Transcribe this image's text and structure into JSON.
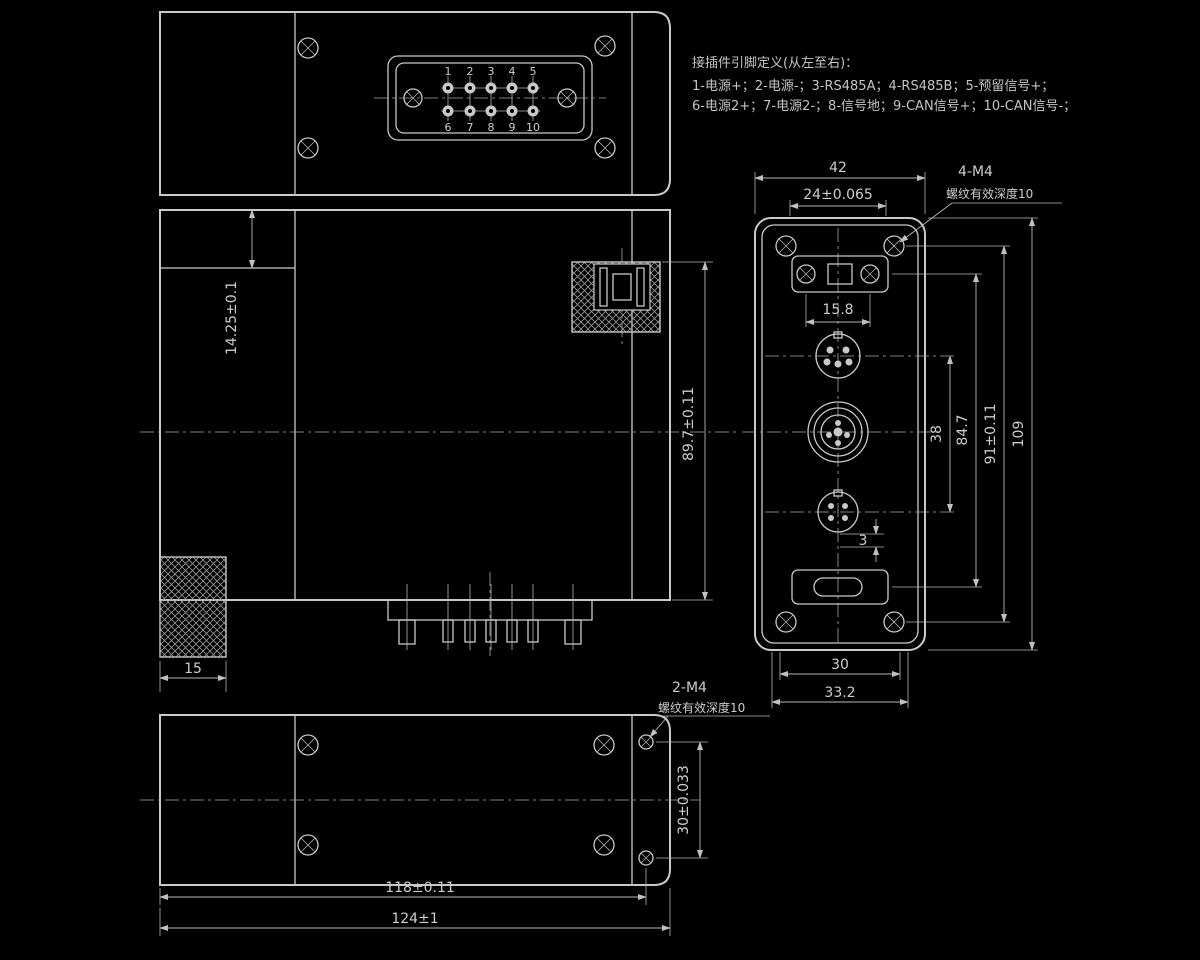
{
  "drawing_title": "module-outline-drawing",
  "colors": {
    "background": "#000000",
    "line": "#c9c9c9",
    "dim": "#b8b8b8"
  },
  "notes": {
    "line1": "接插件引脚定义(从左至右)：",
    "line2": "1-电源+；2-电源-；3-RS485A；4-RS485B；5-预留信号+；",
    "line3": "6-电源2+；7-电源2-；8-信号地；9-CAN信号+；10-CAN信号-；"
  },
  "pins": {
    "top": [
      "1",
      "2",
      "3",
      "4",
      "5"
    ],
    "bottom": [
      "6",
      "7",
      "8",
      "9",
      "10"
    ]
  },
  "front_view": {
    "dim_step_height": "14.25±0.1",
    "dim_body_height": "89.7±0.11",
    "dim_foot_width": "15"
  },
  "side_view": {
    "dim_width_outer": "42",
    "dim_width_inner": "24±0.065",
    "thread_note_line1": "4-M4",
    "thread_note_line2": "螺纹有效深度10",
    "dim_conn_width": "15.8",
    "dim_conn_spacing": "38",
    "dim_block_span": "84.7",
    "dim_hole_spacing": "91±0.11",
    "dim_height": "109",
    "dim_offset": "3",
    "dim_bottom_inner": "30",
    "dim_bottom_outer": "33.2"
  },
  "bottom_view": {
    "thread_note_line1": "2-M4",
    "thread_note_line2": "螺纹有效深度10",
    "dim_hole_height": "30±0.033",
    "dim_width_inner": "118±0.11",
    "dim_width_outer": "124±1"
  }
}
